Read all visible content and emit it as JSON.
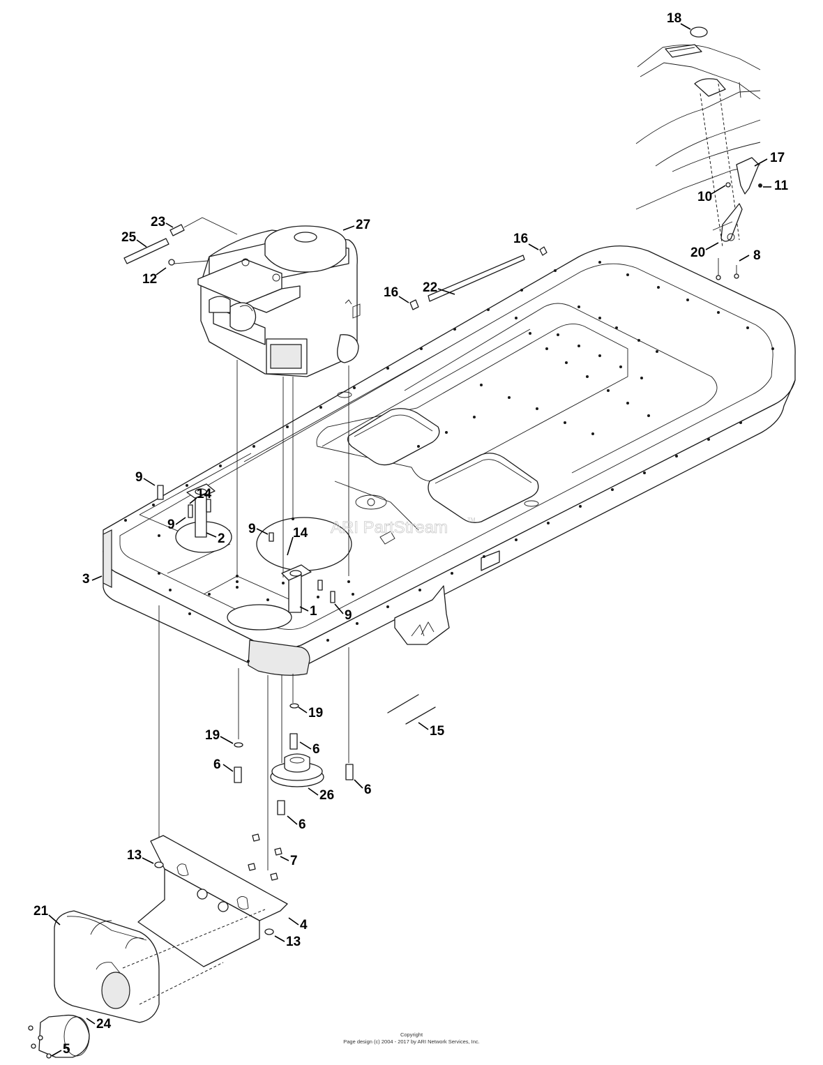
{
  "watermark": {
    "text": "ARI PartStream",
    "trademark": "TM"
  },
  "copyright": {
    "line1": "Copyright",
    "line2": "Page design (c) 2004 - 2017 by ARI Network Services, Inc."
  },
  "callouts": [
    {
      "id": "c18",
      "label": "18"
    },
    {
      "id": "c17",
      "label": "17"
    },
    {
      "id": "c11",
      "label": "11"
    },
    {
      "id": "c10",
      "label": "10"
    },
    {
      "id": "c20",
      "label": "20"
    },
    {
      "id": "c8",
      "label": "8"
    },
    {
      "id": "c23",
      "label": "23"
    },
    {
      "id": "c27",
      "label": "27"
    },
    {
      "id": "c25",
      "label": "25"
    },
    {
      "id": "c12",
      "label": "12"
    },
    {
      "id": "c16a",
      "label": "16"
    },
    {
      "id": "c22",
      "label": "22"
    },
    {
      "id": "c16b",
      "label": "16"
    },
    {
      "id": "c9a",
      "label": "9"
    },
    {
      "id": "c14a",
      "label": "14"
    },
    {
      "id": "c9b",
      "label": "9"
    },
    {
      "id": "c2",
      "label": "2"
    },
    {
      "id": "c9c",
      "label": "9"
    },
    {
      "id": "c14b",
      "label": "14"
    },
    {
      "id": "c3",
      "label": "3"
    },
    {
      "id": "c1",
      "label": "1"
    },
    {
      "id": "c9d",
      "label": "9"
    },
    {
      "id": "c19a",
      "label": "19"
    },
    {
      "id": "c15",
      "label": "15"
    },
    {
      "id": "c19b",
      "label": "19"
    },
    {
      "id": "c6a",
      "label": "6"
    },
    {
      "id": "c6b",
      "label": "6"
    },
    {
      "id": "c6c",
      "label": "6"
    },
    {
      "id": "c26",
      "label": "26"
    },
    {
      "id": "c6d",
      "label": "6"
    },
    {
      "id": "c13a",
      "label": "13"
    },
    {
      "id": "c7",
      "label": "7"
    },
    {
      "id": "c21",
      "label": "21"
    },
    {
      "id": "c4",
      "label": "4"
    },
    {
      "id": "c13b",
      "label": "13"
    },
    {
      "id": "c24",
      "label": "24"
    },
    {
      "id": "c5",
      "label": "5"
    }
  ]
}
